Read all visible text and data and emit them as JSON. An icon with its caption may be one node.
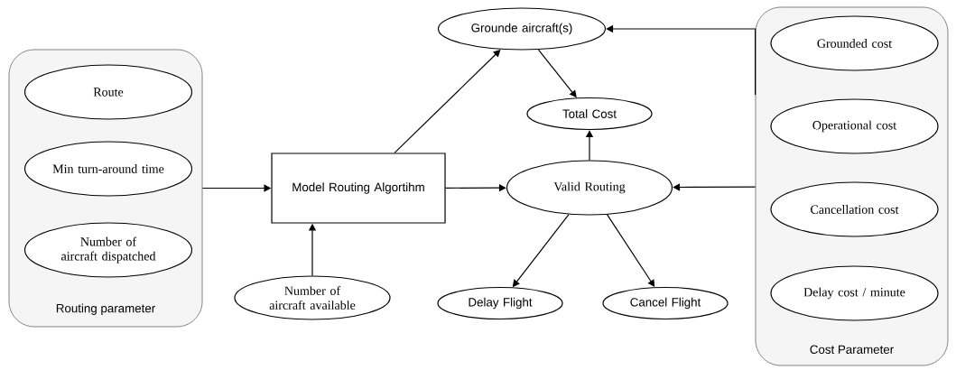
{
  "diagram": {
    "nodes": [
      {
        "text": [
          "Routing parameter"
        ]
      },
      {
        "text": [
          "Route"
        ],
        "in": 0
      },
      {
        "text": [
          "Min turn-around time"
        ],
        "in": 0
      },
      {
        "text": [
          "Number of aircraft dispatched"
        ],
        "in": 0
      },
      {
        "text": [
          "Model Routing Algortihm"
        ]
      },
      {
        "text": [
          "Number of aircraft available"
        ]
      },
      {
        "text": [
          "Grounde aircraft(s)"
        ]
      },
      {
        "text": [
          "Total Cost"
        ]
      },
      {
        "text": [
          "Valid Routing"
        ]
      },
      {
        "text": [
          "Delay Flight"
        ]
      },
      {
        "text": [
          "Cancel Flight"
        ]
      },
      {
        "text": [
          "Cost Parameter"
        ]
      },
      {
        "text": [
          "Grounded cost"
        ],
        "in": 11
      },
      {
        "text": [
          "Operational cost"
        ],
        "in": 11
      },
      {
        "text": [
          "Cancellation cost"
        ],
        "in": 11
      },
      {
        "text": [
          "Delay cost / minute"
        ],
        "in": 11
      }
    ],
    "edges": [
      {
        "from": 0,
        "to": 4,
        "arrow": "to"
      },
      {
        "from": 5,
        "to": 4,
        "arrow": "to"
      },
      {
        "from": 4,
        "to": 6,
        "arrow": "to"
      },
      {
        "from": 4,
        "to": 8,
        "arrow": "to"
      },
      {
        "from": 6,
        "to": 7,
        "arrow": "to"
      },
      {
        "from": 8,
        "to": 7,
        "arrow": "to"
      },
      {
        "from": 8,
        "to": 9,
        "arrow": "to"
      },
      {
        "from": 8,
        "to": 10,
        "arrow": "to"
      },
      {
        "from": 11,
        "to": 6,
        "arrow": "to"
      },
      {
        "from": 11,
        "to": 8,
        "arrow": "to"
      }
    ]
  }
}
